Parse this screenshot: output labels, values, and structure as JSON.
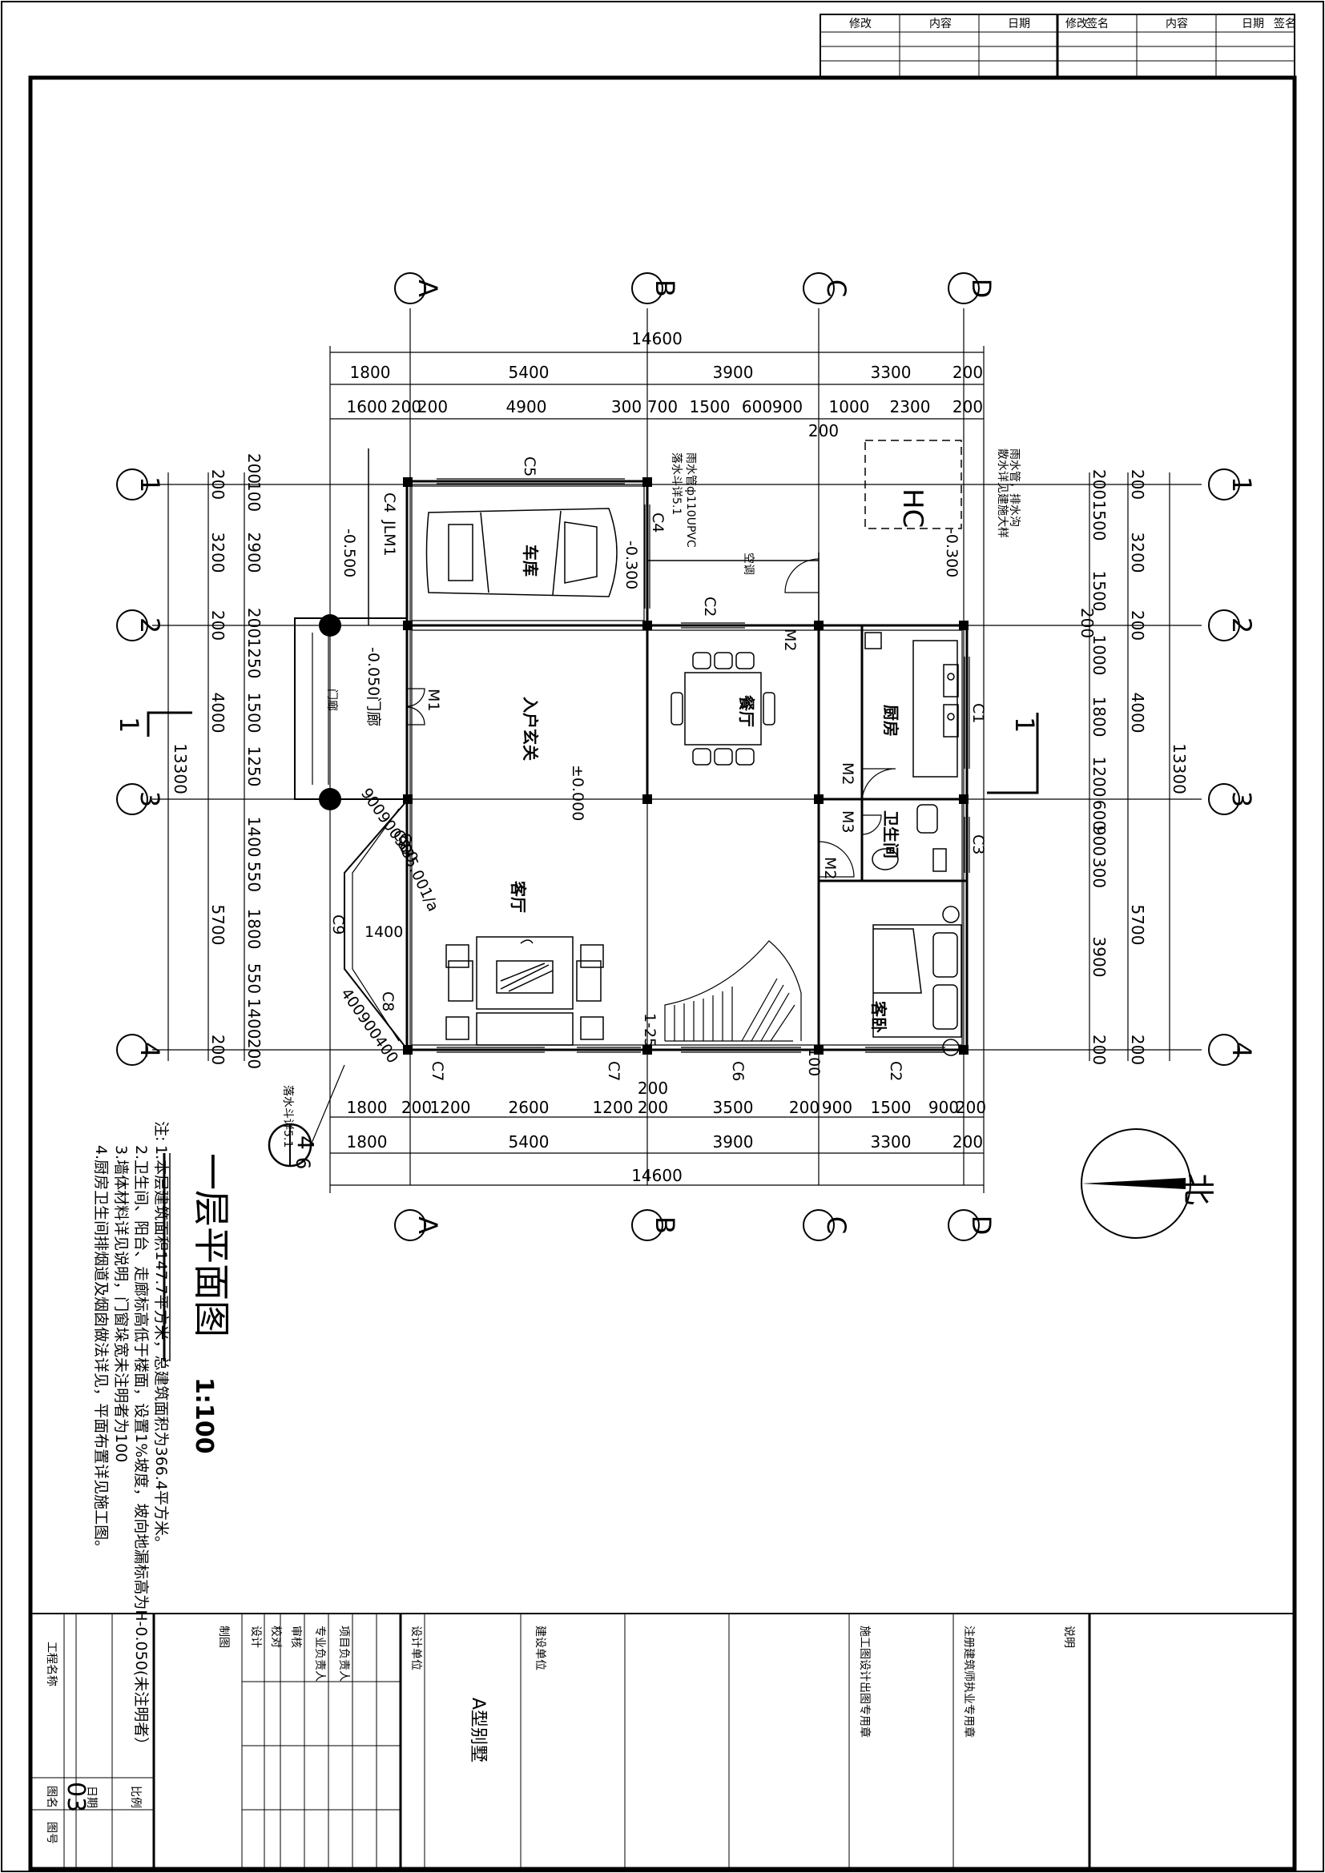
{
  "drawing": {
    "title": "一层平面图",
    "scale": "1:100",
    "north_label": "北",
    "section_mark": "1",
    "detail_ref": "4",
    "detail_sub": "6"
  },
  "axes": {
    "letters": [
      "A",
      "B",
      "C",
      "D"
    ],
    "numbers": [
      "1",
      "2",
      "3",
      "4"
    ]
  },
  "dims": {
    "top_total": "14600",
    "top_row1": [
      "1800",
      "5400",
      "3900",
      "3300",
      "200"
    ],
    "top_row2": [
      "1600",
      "200",
      "200",
      "4900",
      "300",
      "700",
      "1500",
      "600",
      "900",
      "1000",
      "2300",
      "200"
    ],
    "top_extra": "200",
    "bottom_row1": [
      "1800",
      "200",
      "1200",
      "2600",
      "1200",
      "200",
      "3500",
      "200",
      "900",
      "1500",
      "900",
      "200"
    ],
    "bottom_row2": [
      "1800",
      "5400",
      "3900",
      "3300",
      "200"
    ],
    "bottom_extra": "200",
    "bottom_total": "14600",
    "left_total": "13300",
    "left_outer": [
      "200",
      "3200",
      "200",
      "4000",
      "5700",
      "200"
    ],
    "left_inner": [
      "200",
      "100",
      "2900",
      "200",
      "1250",
      "1500",
      "1250",
      "1400",
      "550",
      "1800",
      "550",
      "1400",
      "200"
    ],
    "right_outer": [
      "200",
      "3200",
      "200",
      "4000",
      "5700",
      "200"
    ],
    "right_inner": [
      "200",
      "1500",
      "1500",
      "200",
      "1000",
      "1800",
      "1200",
      "600",
      "900",
      "300",
      "3900",
      "200"
    ],
    "right_total": "13300"
  },
  "rooms": {
    "garage": "车库",
    "car": "车库",
    "entry": "入户玄关",
    "dining": "餐厅",
    "kitchen": "厨房",
    "living": "客厅",
    "wc": "卫生间",
    "bedroom": "客卧",
    "hc": "HC"
  },
  "labels": {
    "c5": "C5",
    "c4a": "C4",
    "jlm1": "JLM1",
    "c4b": "C4",
    "c2a": "C2",
    "m2a": "M2",
    "m1": "M1",
    "c1": "C1",
    "m2b": "M2",
    "m3": "M3",
    "c3": "C3",
    "m2c": "M2",
    "c9": "C9",
    "c8a": "C8",
    "c8b": "C8",
    "c7a": "C7",
    "c7b": "C7",
    "c6": "C6",
    "c2b": "C2",
    "elev_500": "-0.500",
    "elev_300a": "-0.300",
    "elev_300b": "-0.300",
    "elev_050": "-0.050门廊",
    "elev_000": "±0.000",
    "stair": "1-25",
    "dim_1400": "1400",
    "dim_100": "100",
    "dim_rot1": "900900900",
    "dim_rot2": "C835.001/a",
    "dim_rot3": "400900400",
    "pipe": "雨水管ф110UPVC",
    "pipe2": "落水斗详5.1",
    "porch": "门廊",
    "pipe_note": "雨水管，排水沟",
    "pipe_note2": "散水详见建施大样",
    "ac": "空调"
  },
  "notes": {
    "header": "注:",
    "lines": [
      "1.本层建筑面积147.7平方米，总建筑面积为366.4平方米。",
      "2.卫生间、阳台、走廊标高低于楼面，设置1%坡度，坡向地漏标高为H-0.050(未注明者）",
      "3.墙体材料详见说明，门窗垛宽未注明者为100",
      "4.厨房卫生间排烟道及烟囱做法详见，平面布置详见施工图。"
    ]
  },
  "title_block": {
    "project": "A型别墅",
    "sheet_no": "03",
    "labels": [
      "工程名称",
      "图名",
      "建设单位",
      "设计单位",
      "审核",
      "校对",
      "设计",
      "制图",
      "比例",
      "日期",
      "图号",
      "专业负责人",
      "项目负责人"
    ],
    "notes": [
      "说明",
      "施工图设计出图专用章",
      "注册建筑师执业专用章"
    ]
  },
  "revisions": {
    "headers": [
      "修改",
      "内容",
      "日期",
      "签名",
      "修改",
      "内容",
      "日期",
      "签名"
    ]
  }
}
